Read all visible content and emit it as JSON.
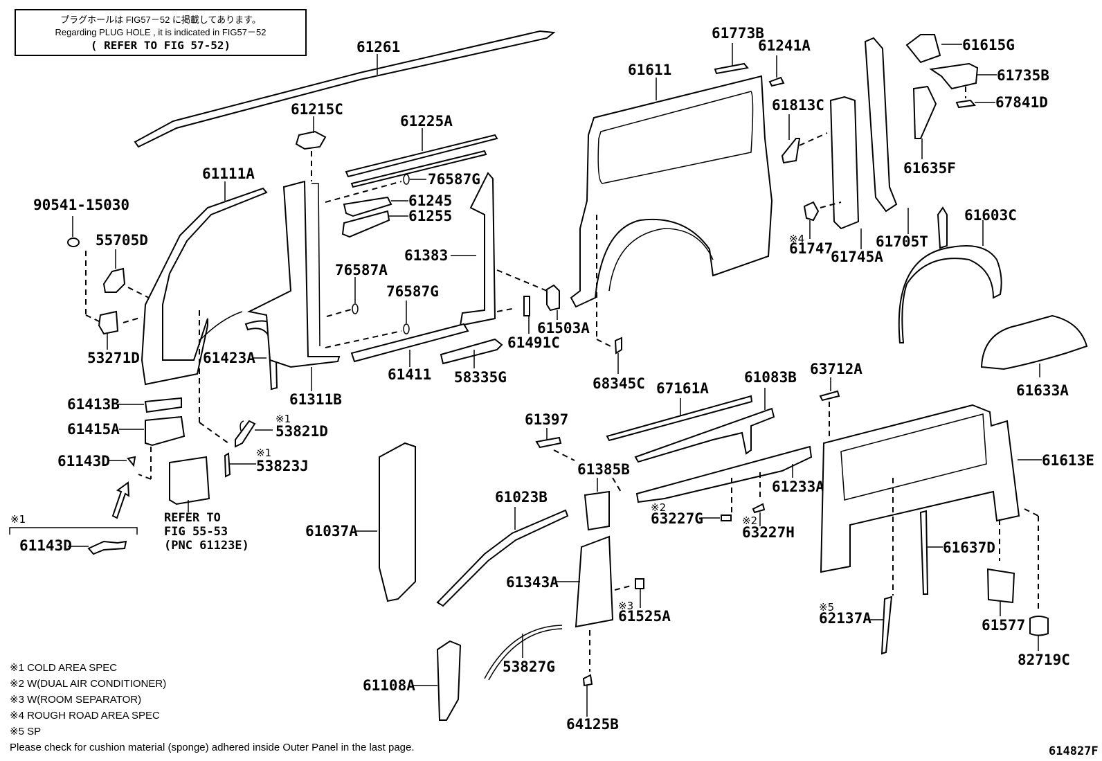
{
  "header_box": {
    "line_jp": "プラグホールは FIG57－52 に掲載してあります。",
    "line_en": "Regarding PLUG HOLE , it is indicated in FIG57－52",
    "line_ref": "( REFER TO FIG 57-52)"
  },
  "parts": {
    "p61261": "61261",
    "p61215C": "61215C",
    "p61225A": "61225A",
    "p61111A": "61111A",
    "p76587G_top": "76587G",
    "p61245": "61245",
    "p61255": "61255",
    "p90541_15030": "90541-15030",
    "p55705D": "55705D",
    "p61383": "61383",
    "p76587A": "76587A",
    "p76587G_low": "76587G",
    "p53271D": "53271D",
    "p61423A": "61423A",
    "p61503A": "61503A",
    "p61491C": "61491C",
    "p61411": "61411",
    "p58335G": "58335G",
    "p61311B": "61311B",
    "p61413B": "61413B",
    "p61415A": "61415A",
    "p53821D": "53821D",
    "p53823J": "53823J",
    "p61143D": "61143D",
    "p61143D_alt": "61143D",
    "p61611": "61611",
    "p61773B": "61773B",
    "p61241A": "61241A",
    "p61813C": "61813C",
    "p61747": "61747",
    "p61745A": "61745A",
    "p61705T": "61705T",
    "p61615G": "61615G",
    "p61735B": "61735B",
    "p67841D": "67841D",
    "p61635F": "61635F",
    "p61603C": "61603C",
    "p61633A": "61633A",
    "p68345C": "68345C",
    "p67161A": "67161A",
    "p61083B": "61083B",
    "p63712A": "63712A",
    "p61397": "61397",
    "p61385B": "61385B",
    "p61233A": "61233A",
    "p63227G": "63227G",
    "p63227H": "63227H",
    "p61613E": "61613E",
    "p61037A": "61037A",
    "p61023B": "61023B",
    "p61343A": "61343A",
    "p61525A": "61525A",
    "p61637D": "61637D",
    "p62137A": "62137A",
    "p61577": "61577",
    "p82719C": "82719C",
    "p61108A": "61108A",
    "p53827G": "53827G",
    "p64125B": "64125B"
  },
  "marks": {
    "m1": "※1",
    "m2": "※2",
    "m3": "※3",
    "m4": "※4",
    "m5": "※5"
  },
  "refer_note": {
    "line1": "REFER TO",
    "line2": "FIG 55-53",
    "line3": "(PNC 61123E)"
  },
  "legend": [
    "※1 COLD AREA SPEC",
    "※2 W(DUAL AIR CONDITIONER)",
    "※3 W(ROOM SEPARATOR)",
    "※4 ROUGH ROAD AREA SPEC",
    "※5 SP"
  ],
  "footer_note": "Please check for cushion material (sponge) adhered inside Outer Panel in the last page.",
  "figure_number": "614827F"
}
